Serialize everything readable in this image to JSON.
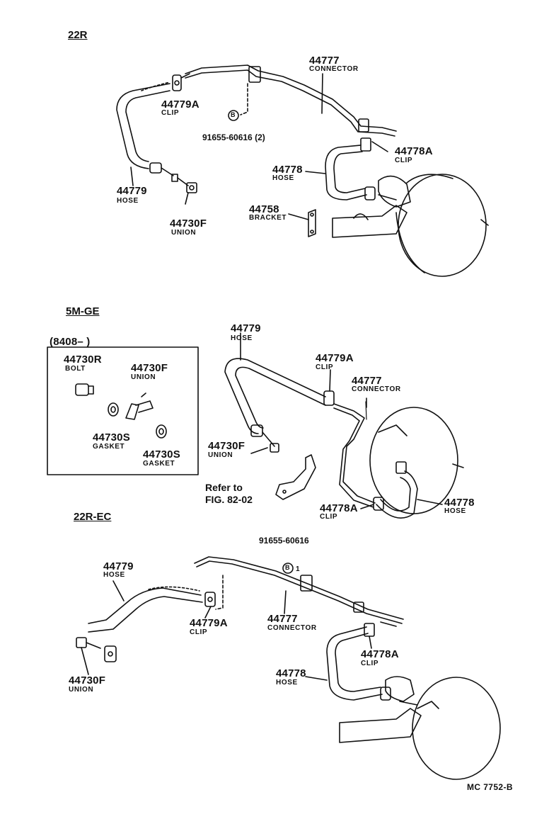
{
  "sections": {
    "s1": "22R",
    "s2": "5M-GE",
    "s3": "22R-EC"
  },
  "s1": {
    "connector_no": "44777",
    "connector_name": "CONNECTOR",
    "clip_a_no": "44779A",
    "clip_a_name": "CLIP",
    "bolt_no": "91655-60616 (2)",
    "bolt_mark": "B",
    "clip_b_no": "44778A",
    "clip_b_name": "CLIP",
    "hose_b_no": "44778",
    "hose_b_name": "HOSE",
    "hose_a_no": "44779",
    "hose_a_name": "HOSE",
    "bracket_no": "44758",
    "bracket_name": "BRACKET",
    "union_no": "44730F",
    "union_name": "UNION"
  },
  "s2": {
    "date_range": "(8408–        )",
    "bolt_no": "44730R",
    "bolt_name": "BOLT",
    "union_box_no": "44730F",
    "union_box_name": "UNION",
    "gasket1_no": "44730S",
    "gasket1_name": "GASKET",
    "gasket2_no": "44730S",
    "gasket2_name": "GASKET",
    "hose_a_no": "44779",
    "hose_a_name": "HOSE",
    "clip_a_no": "44779A",
    "clip_a_name": "CLIP",
    "connector_no": "44777",
    "connector_name": "CONNECTOR",
    "union_no": "44730F",
    "union_name": "UNION",
    "refer_line1": "Refer to",
    "refer_line2": "FIG. 82-02",
    "clip_b_no": "44778A",
    "clip_b_name": "CLIP",
    "hose_b_no": "44778",
    "hose_b_name": "HOSE"
  },
  "s3": {
    "bolt_no": "91655-60616",
    "bolt_mark": "B",
    "bolt_qty": "1",
    "hose_a_no": "44779",
    "hose_a_name": "HOSE",
    "connector_no": "44777",
    "connector_name": "CONNECTOR",
    "clip_a_no": "44779A",
    "clip_a_name": "CLIP",
    "clip_b_no": "44778A",
    "clip_b_name": "CLIP",
    "hose_b_no": "44778",
    "hose_b_name": "HOSE",
    "union_no": "44730F",
    "union_name": "UNION"
  },
  "footer": "MC 7752-B"
}
